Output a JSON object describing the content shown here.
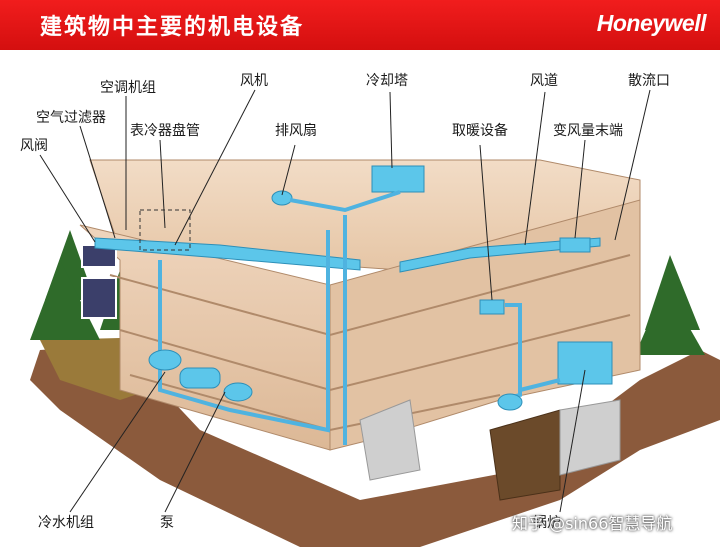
{
  "header": {
    "title": "建筑物中主要的机电设备",
    "brand": "Honeywell",
    "background_color": "#e01818"
  },
  "labels": {
    "air_handling_unit": "空调机组",
    "fan": "风机",
    "cooling_tower": "冷却塔",
    "air_duct": "风道",
    "diffuser": "散流口",
    "air_filter": "空气过滤器",
    "surface_cooler_coil": "表冷器盘管",
    "exhaust_fan": "排风扇",
    "heating_equipment": "取暖设备",
    "vav_terminal": "变风量末端",
    "damper": "风阀",
    "chiller": "冷水机组",
    "pump": "泵",
    "boiler": "锅炉"
  },
  "watermark": "知乎 @sin66智慧导航",
  "colors": {
    "duct": "#5cc6ea",
    "pipe": "#4fb3e0",
    "wall": "#e8c9ad",
    "ground": "#8b5a3c"
  }
}
